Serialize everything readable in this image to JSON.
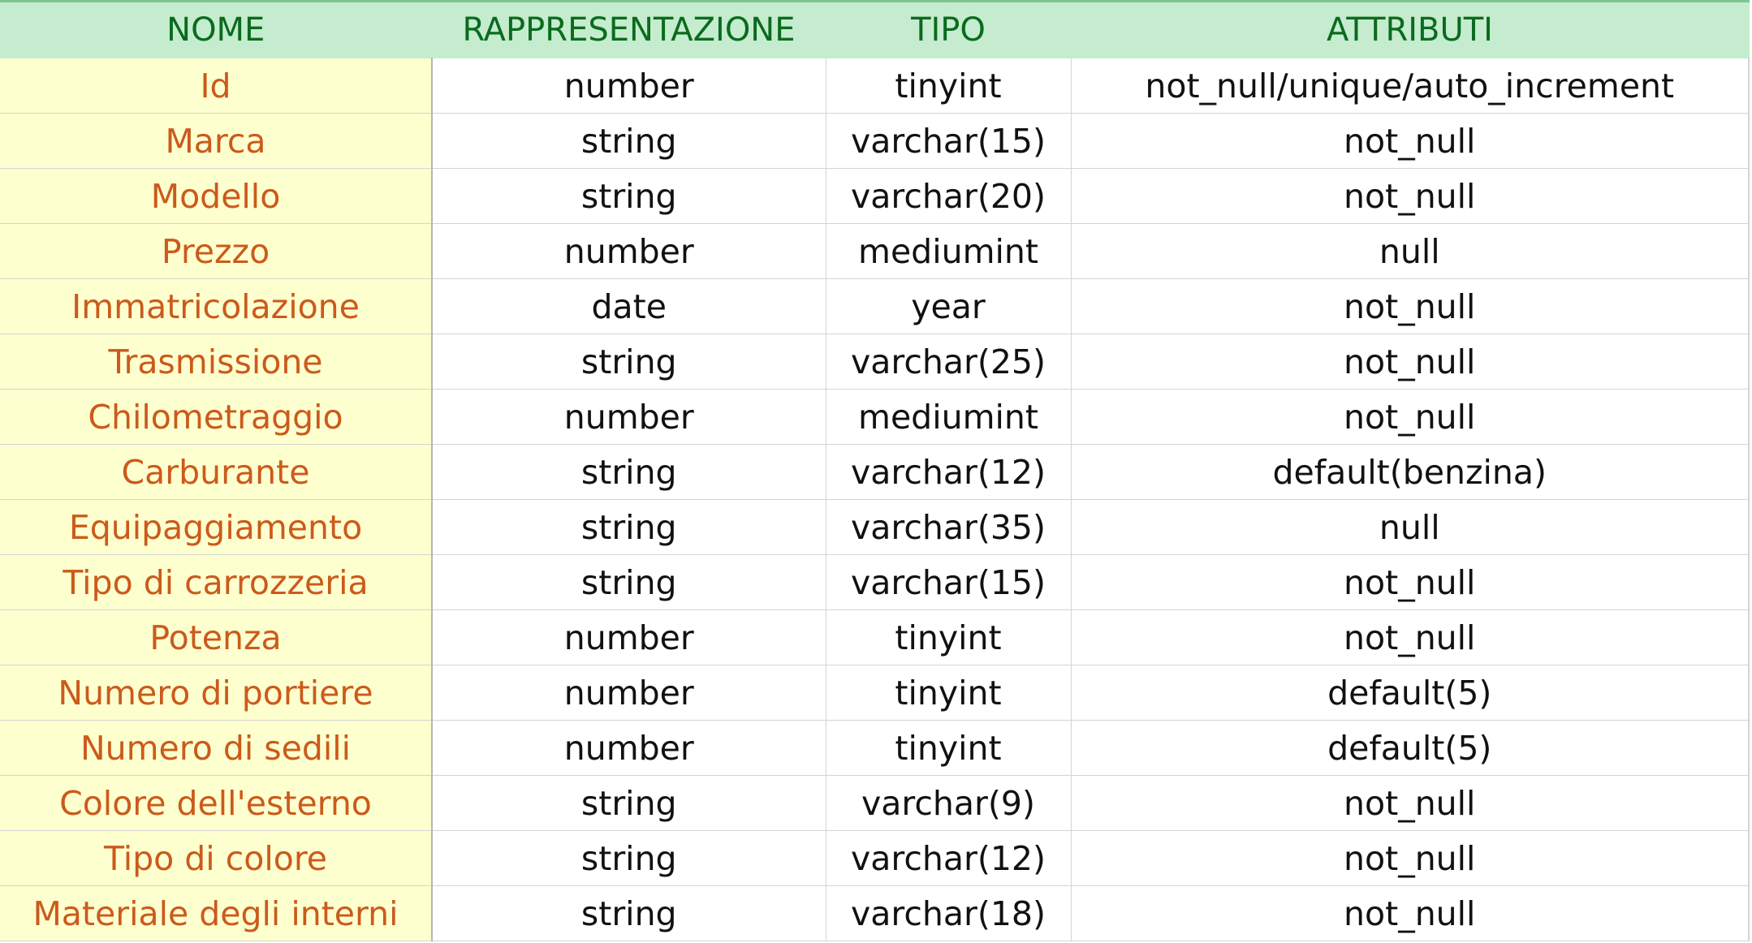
{
  "table": {
    "headers": [
      "NOME",
      "RAPPRESENTAZIONE",
      "TIPO",
      "ATTRIBUTI"
    ],
    "rows": [
      {
        "nome": "Id",
        "rappresentazione": "number",
        "tipo": "tinyint",
        "attributi": "not_null/unique/auto_increment"
      },
      {
        "nome": "Marca",
        "rappresentazione": "string",
        "tipo": "varchar(15)",
        "attributi": "not_null"
      },
      {
        "nome": "Modello",
        "rappresentazione": "string",
        "tipo": "varchar(20)",
        "attributi": "not_null"
      },
      {
        "nome": "Prezzo",
        "rappresentazione": "number",
        "tipo": "mediumint",
        "attributi": "null"
      },
      {
        "nome": "Immatricolazione",
        "rappresentazione": "date",
        "tipo": "year",
        "attributi": "not_null"
      },
      {
        "nome": "Trasmissione",
        "rappresentazione": "string",
        "tipo": "varchar(25)",
        "attributi": "not_null"
      },
      {
        "nome": "Chilometraggio",
        "rappresentazione": "number",
        "tipo": "mediumint",
        "attributi": "not_null"
      },
      {
        "nome": "Carburante",
        "rappresentazione": "string",
        "tipo": "varchar(12)",
        "attributi": "default(benzina)"
      },
      {
        "nome": "Equipaggiamento",
        "rappresentazione": "string",
        "tipo": "varchar(35)",
        "attributi": "null"
      },
      {
        "nome": "Tipo di carrozzeria",
        "rappresentazione": "string",
        "tipo": "varchar(15)",
        "attributi": "not_null"
      },
      {
        "nome": "Potenza",
        "rappresentazione": "number",
        "tipo": "tinyint",
        "attributi": "not_null"
      },
      {
        "nome": "Numero di portiere",
        "rappresentazione": "number",
        "tipo": "tinyint",
        "attributi": "default(5)"
      },
      {
        "nome": "Numero di sedili",
        "rappresentazione": "number",
        "tipo": "tinyint",
        "attributi": "default(5)"
      },
      {
        "nome": "Colore dell'esterno",
        "rappresentazione": "string",
        "tipo": "varchar(9)",
        "attributi": "not_null"
      },
      {
        "nome": "Tipo di colore",
        "rappresentazione": "string",
        "tipo": "varchar(12)",
        "attributi": "not_null"
      },
      {
        "nome": "Materiale degli interni",
        "rappresentazione": "string",
        "tipo": "varchar(18)",
        "attributi": "not_null"
      }
    ]
  },
  "colors": {
    "header_background": "#c5ecce",
    "header_text": "#0a6b1e",
    "name_column_background": "#feffce",
    "name_column_text": "#cb5a1c",
    "body_text": "#111111"
  }
}
